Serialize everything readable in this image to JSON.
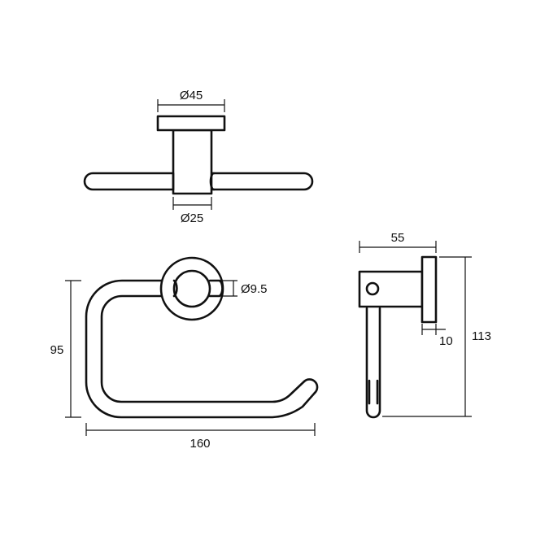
{
  "dimensions": {
    "top_flange_diameter": "Ø45",
    "top_post_diameter": "Ø25",
    "rod_diameter": "Ø9.5",
    "front_height": "95",
    "front_width": "160",
    "side_depth": "55",
    "side_flange_thickness": "10",
    "side_height": "113"
  },
  "colors": {
    "line": "#111111",
    "background": "#ffffff"
  }
}
